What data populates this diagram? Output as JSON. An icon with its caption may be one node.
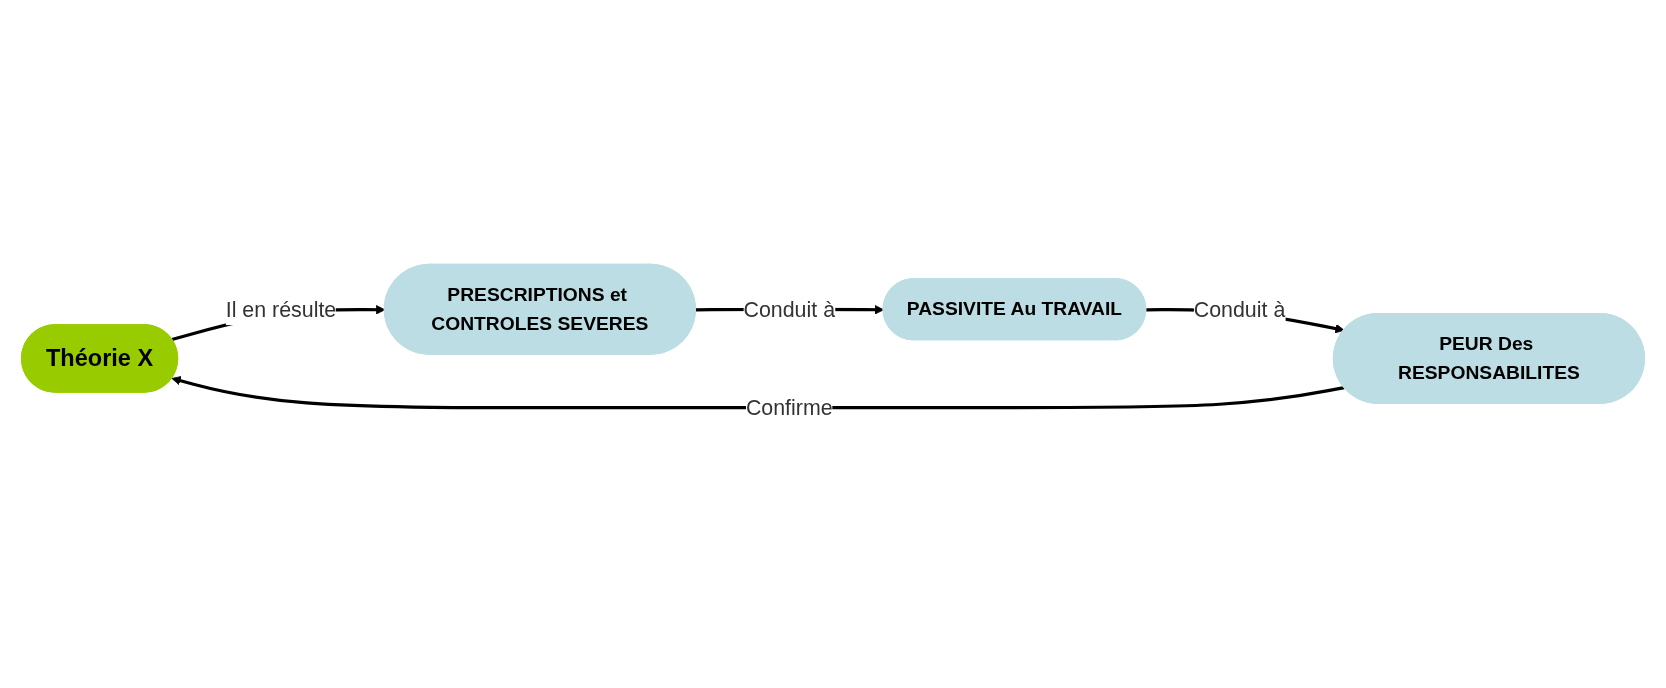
{
  "diagram": {
    "nodes": [
      {
        "text": [
          "Théorie X"
        ]
      },
      {
        "text": [
          "PRESCRIPTIONS et CONTROLES SEVERES"
        ]
      },
      {
        "text": [
          "PASSIVITE Au TRAVAIL"
        ]
      },
      {
        "text": [
          "PEUR Des RESPONSABILITES"
        ]
      }
    ],
    "edges": [
      {
        "from": 0,
        "to": 1,
        "arrow": "to",
        "label": "Il en résulte"
      },
      {
        "from": 1,
        "to": 2,
        "arrow": "to",
        "label": "Conduit à"
      },
      {
        "from": 2,
        "to": 3,
        "arrow": "to",
        "label": "Conduit à"
      },
      {
        "from": 3,
        "to": 0,
        "arrow": "to",
        "label": "Confirme"
      }
    ]
  }
}
